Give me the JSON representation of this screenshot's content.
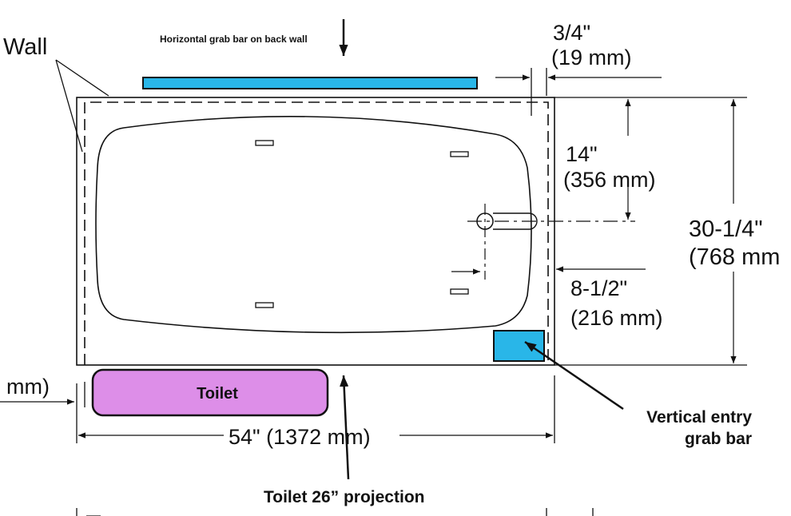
{
  "labels": {
    "wall": "Wall",
    "back_grab_bar": "Horizontal grab bar on back wall",
    "toilet": "Toilet",
    "toilet_projection": "Toilet 26” projection",
    "vertical_grab_bar_line1": "Vertical entry",
    "vertical_grab_bar_line2": "grab bar"
  },
  "dimensions": {
    "offset_in": "3/4\"",
    "offset_mm": "(19 mm)",
    "drain_to_back_in": "14\"",
    "drain_to_back_mm": "(356 mm)",
    "depth_in": "30-1/4\"",
    "depth_mm": "(768 mm",
    "drain_to_end_in": "8-1/2\"",
    "drain_to_end_mm": "(216 mm)",
    "length": "54\" (1372 mm)",
    "left_partial": "mm)"
  },
  "colors": {
    "grab_bar_fill": "#29b6e8",
    "toilet_fill": "#dd8ee8",
    "line": "#111111"
  }
}
